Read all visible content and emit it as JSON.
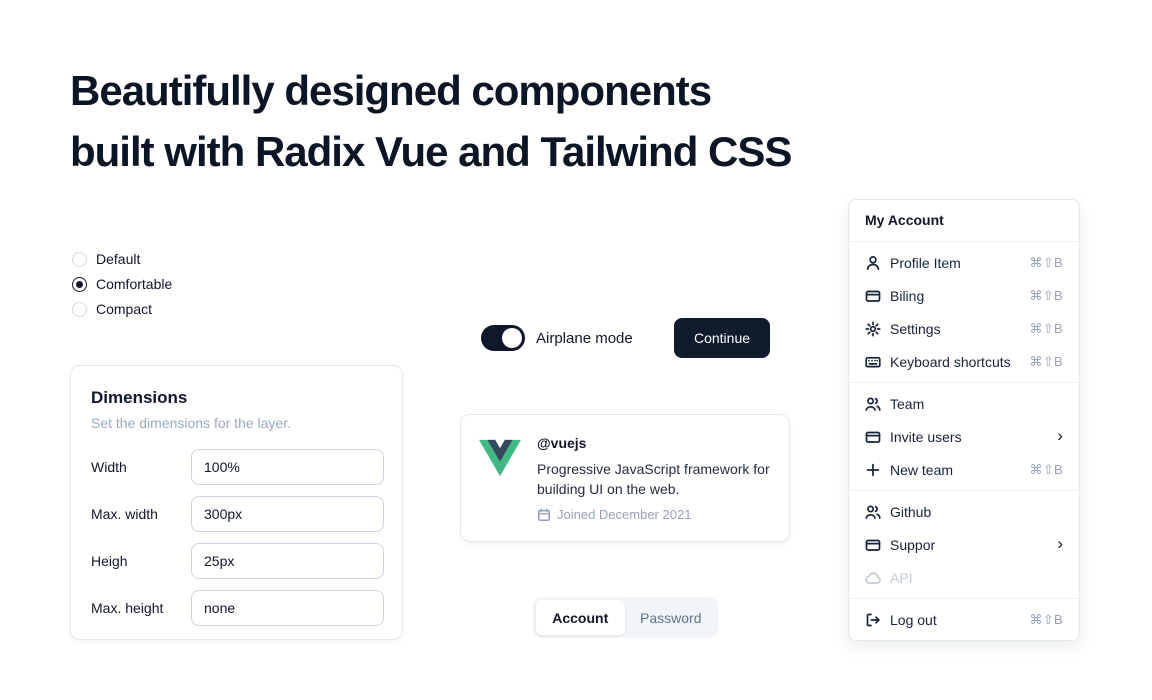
{
  "heading": {
    "lines": [
      "Beautifully designed components",
      "built with Radix Vue and Tailwind CSS"
    ]
  },
  "radio_group": {
    "options": [
      {
        "label": "Default",
        "selected": false
      },
      {
        "label": "Comfortable",
        "selected": true
      },
      {
        "label": "Compact",
        "selected": false
      }
    ]
  },
  "dimensions_card": {
    "title": "Dimensions",
    "subtitle": "Set the dimensions for the layer.",
    "fields": [
      {
        "label": "Width",
        "value": "100%"
      },
      {
        "label": "Max. width",
        "value": "300px"
      },
      {
        "label": "Heigh",
        "value": "25px"
      },
      {
        "label": "Max. height",
        "value": "none"
      }
    ]
  },
  "airplane_switch": {
    "label": "Airplane mode",
    "state": "on"
  },
  "continue_button": {
    "label": "Continue"
  },
  "hover_card": {
    "handle": "@vuejs",
    "description": "Progressive JavaScript framework for building UI on the web.",
    "joined": "Joined December 2021"
  },
  "tabs": {
    "items": [
      {
        "label": "Account",
        "active": true
      },
      {
        "label": "Password",
        "active": false
      }
    ]
  },
  "menu": {
    "title": "My Account",
    "groups": [
      {
        "items": [
          {
            "label": "Profile Item",
            "icon": "user-icon",
            "shortcut": "⌘⇧B"
          },
          {
            "label": "Biling",
            "icon": "credit-card-icon",
            "shortcut": "⌘⇧B"
          },
          {
            "label": "Settings",
            "icon": "gear-icon",
            "shortcut": "⌘⇧B"
          },
          {
            "label": "Keyboard shortcuts",
            "icon": "keyboard-icon",
            "shortcut": "⌘⇧B"
          }
        ]
      },
      {
        "items": [
          {
            "label": "Team",
            "icon": "users-icon"
          },
          {
            "label": "Invite users",
            "icon": "credit-card-icon",
            "chevron": "›"
          },
          {
            "label": "New team",
            "icon": "plus-icon",
            "shortcut": "⌘⇧B"
          }
        ]
      },
      {
        "items": [
          {
            "label": "Github",
            "icon": "users-icon"
          },
          {
            "label": "Suppor",
            "icon": "credit-card-icon",
            "chevron": "›"
          },
          {
            "label": "API",
            "icon": "cloud-icon",
            "disabled": true
          }
        ]
      },
      {
        "items": [
          {
            "label": "Log out",
            "icon": "logout-icon",
            "shortcut": "⌘⇧B"
          }
        ]
      }
    ]
  },
  "colors": {
    "accent_dark": "#0f172a",
    "vue_green": "#41B883",
    "vue_navy": "#35495E",
    "muted_text": "#94a3b8",
    "border": "#e2e8f0"
  }
}
